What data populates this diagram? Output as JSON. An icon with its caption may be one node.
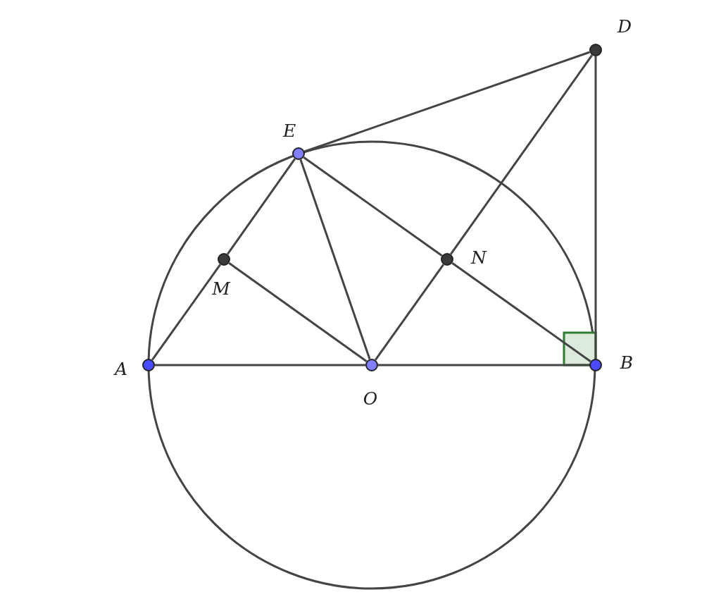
{
  "diagram": {
    "nodes": [
      {
        "text": [
          "D"
        ]
      },
      {
        "text": [
          "E"
        ]
      },
      {
        "text": [
          "M"
        ]
      },
      {
        "text": [
          "N"
        ]
      },
      {
        "text": [
          "A"
        ]
      },
      {
        "text": [
          "O"
        ]
      },
      {
        "text": [
          "B"
        ]
      }
    ],
    "edges": [
      {
        "from": 1,
        "to": 0,
        "arrow": "none"
      },
      {
        "from": 0,
        "to": 6,
        "arrow": "none"
      },
      {
        "from": 0,
        "to": 3,
        "arrow": "none"
      },
      {
        "from": 3,
        "to": 5,
        "arrow": "none"
      },
      {
        "from": 1,
        "to": 3,
        "arrow": "none"
      },
      {
        "from": 3,
        "to": 6,
        "arrow": "none"
      },
      {
        "from": 1,
        "to": 2,
        "arrow": "none"
      },
      {
        "from": 2,
        "to": 4,
        "arrow": "none"
      },
      {
        "from": 2,
        "to": 5,
        "arrow": "none"
      },
      {
        "from": 1,
        "to": 5,
        "arrow": "none"
      },
      {
        "from": 4,
        "to": 5,
        "arrow": "none"
      },
      {
        "from": 5,
        "to": 6,
        "arrow": "none"
      }
    ]
  }
}
